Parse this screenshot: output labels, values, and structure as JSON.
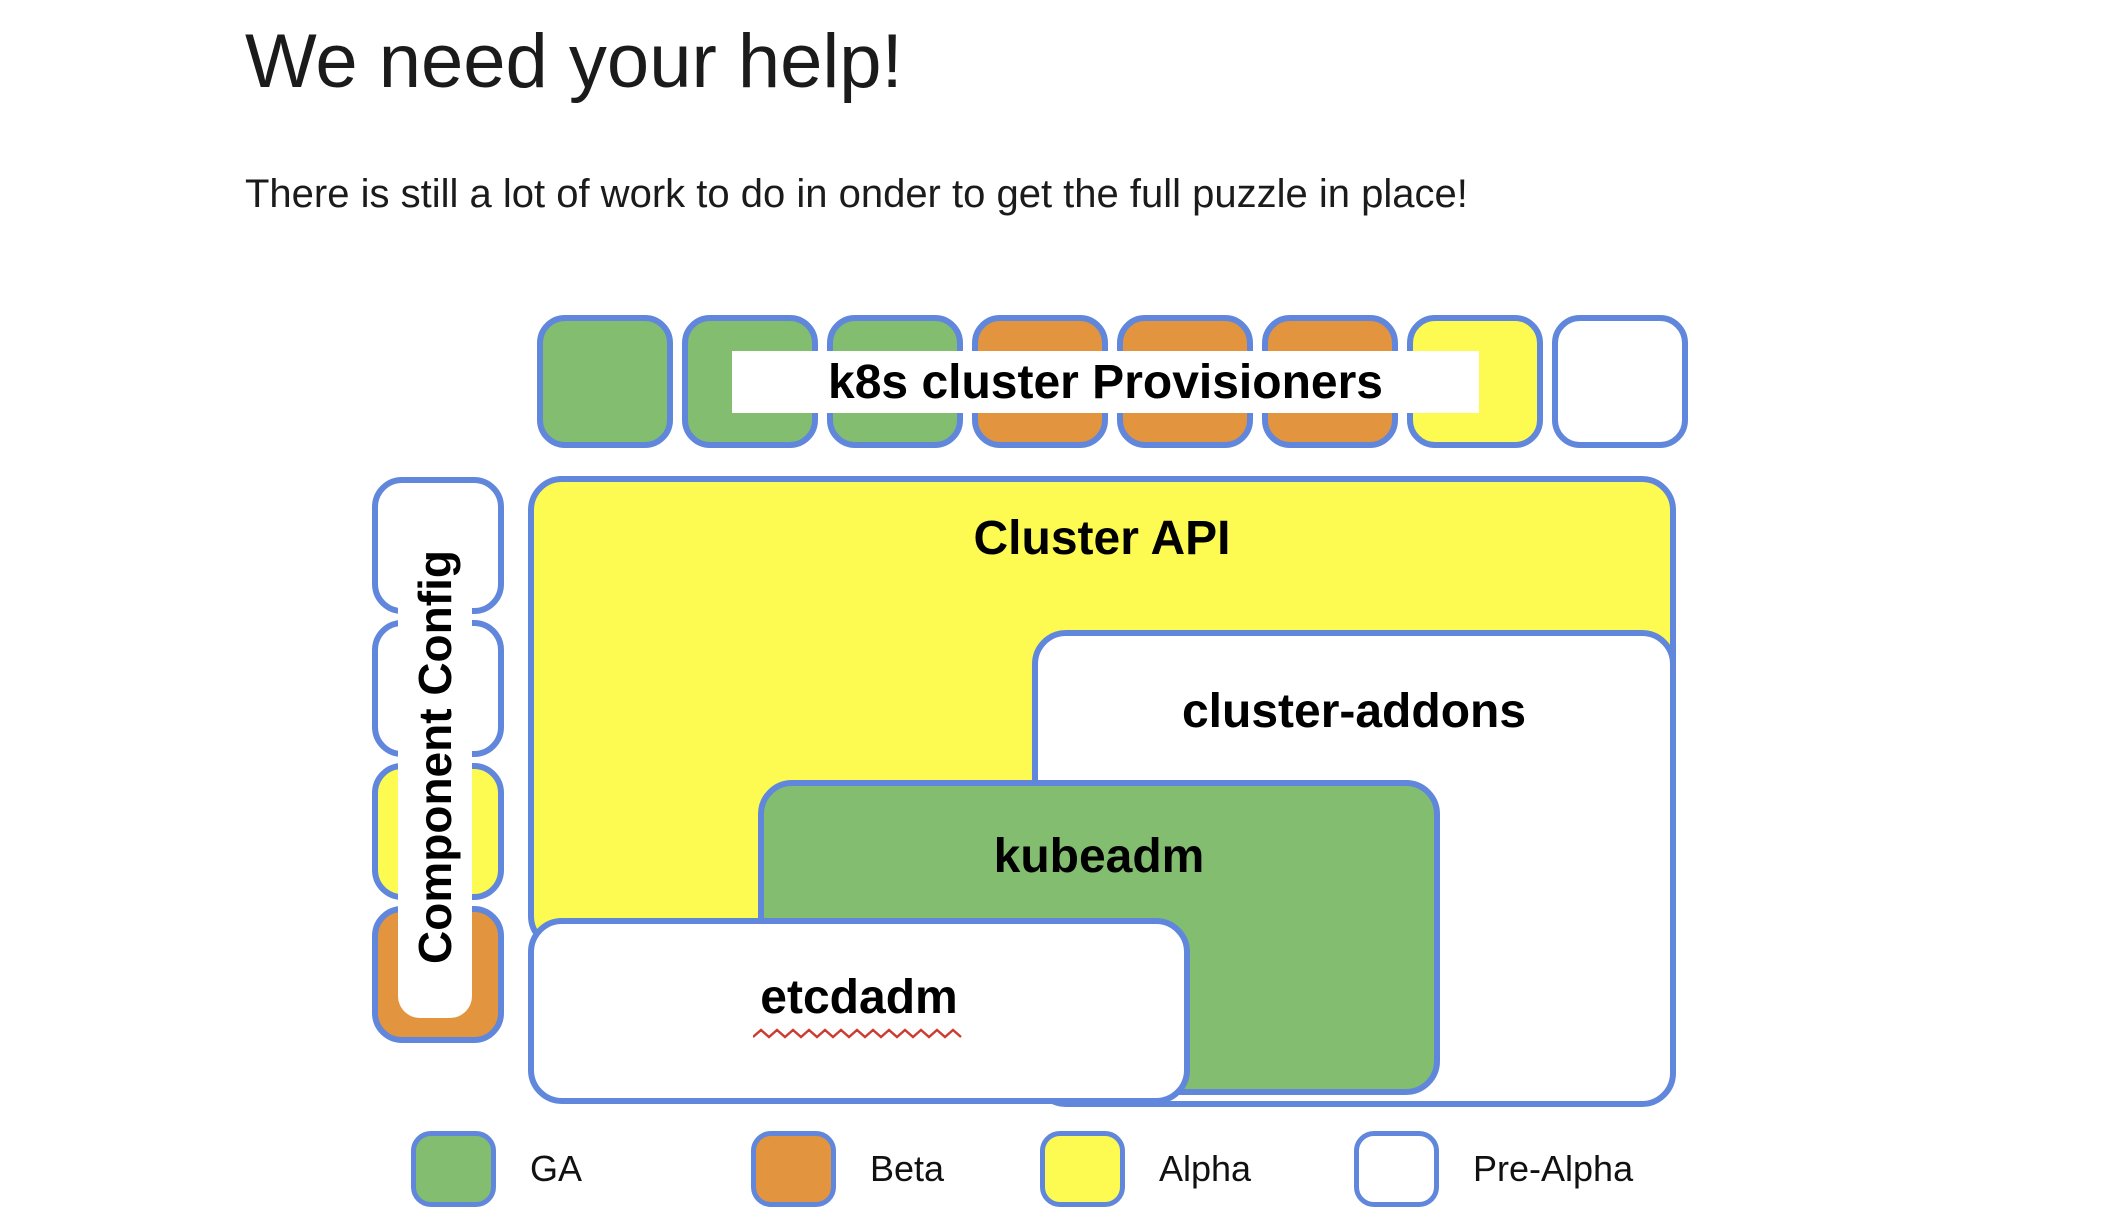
{
  "slide": {
    "title": "We need your help!",
    "subtitle": "There is still a lot of work to do in onder to get the full puzzle in place!"
  },
  "colors": {
    "ga_green": "#83BD70",
    "beta_orange": "#E2943E",
    "alpha_yellow": "#FDFB51",
    "prealpha_white": "#FFFFFF",
    "border_blue": "#6187DC",
    "squiggle_red": "#CC3B2E"
  },
  "puzzle": {
    "provisioners_row": {
      "label": "k8s cluster Provisioners",
      "pieces": [
        {
          "status": "ga"
        },
        {
          "status": "ga"
        },
        {
          "status": "ga"
        },
        {
          "status": "beta"
        },
        {
          "status": "beta"
        },
        {
          "status": "beta"
        },
        {
          "status": "alpha"
        },
        {
          "status": "pre-alpha"
        }
      ]
    },
    "component_config": {
      "label": "Component Config",
      "pieces": [
        {
          "status": "pre-alpha"
        },
        {
          "status": "pre-alpha"
        },
        {
          "status": "alpha"
        },
        {
          "status": "beta"
        }
      ]
    },
    "boxes": [
      {
        "id": "cluster-api",
        "label": "Cluster API",
        "status": "alpha"
      },
      {
        "id": "cluster-addons",
        "label": "cluster-addons",
        "status": "pre-alpha"
      },
      {
        "id": "kubeadm",
        "label": "kubeadm",
        "status": "ga"
      },
      {
        "id": "etcdadm",
        "label": "etcdadm",
        "status": "pre-alpha",
        "spellcheck_underline": true
      }
    ]
  },
  "legend": {
    "items": [
      {
        "label": "GA",
        "status": "ga"
      },
      {
        "label": "Beta",
        "status": "beta"
      },
      {
        "label": "Alpha",
        "status": "alpha"
      },
      {
        "label": "Pre-Alpha",
        "status": "pre-alpha"
      }
    ]
  }
}
